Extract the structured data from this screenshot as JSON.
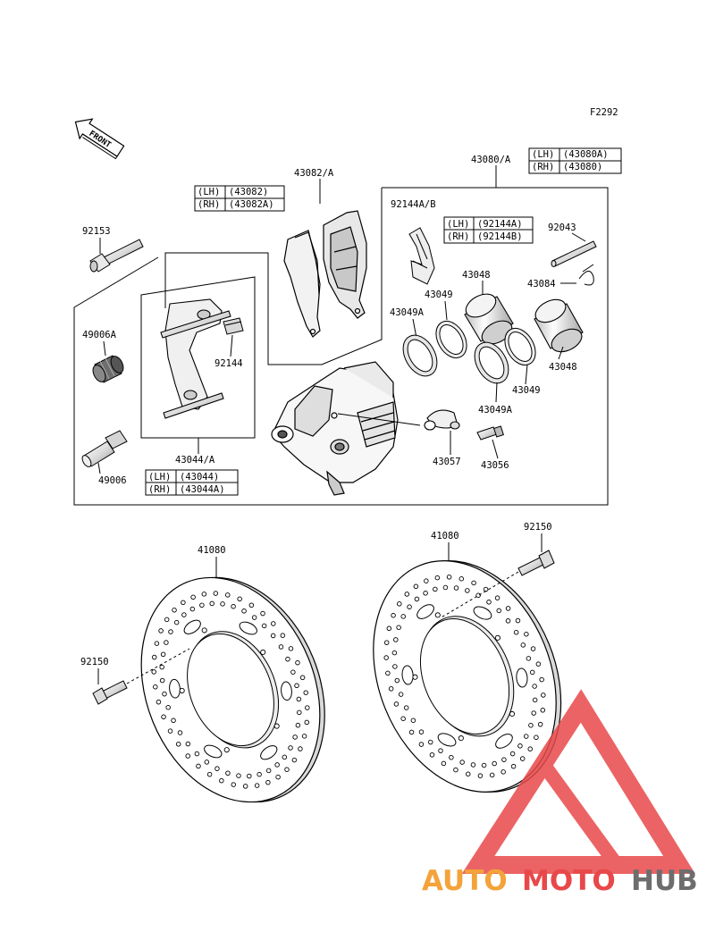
{
  "figure_code": "F2292",
  "front_arrow_label": "FRONT",
  "parts": {
    "p43082_group": "43082/A",
    "p43080_group": "43080/A",
    "p92153": "92153",
    "p49006A": "49006A",
    "p49006": "49006",
    "p92144": "92144",
    "p43044_group": "43044/A",
    "p92144AB": "92144A/B",
    "p92043": "92043",
    "p43084": "43084",
    "p43048_top": "43048",
    "p43049_top": "43049",
    "p43049A_top": "43049A",
    "p43048_bottom": "43048",
    "p43049_bottom": "43049",
    "p43049A_bottom": "43049A",
    "p43057": "43057",
    "p43056": "43056",
    "p41080_left": "41080",
    "p41080_right": "41080",
    "p92150_left": "92150",
    "p92150_right": "92150"
  },
  "ref_tables": {
    "pads": [
      [
        "(LH)",
        "(43082)"
      ],
      [
        "(RH)",
        "(43082A)"
      ]
    ],
    "caliper": [
      [
        "(LH)",
        "(43080A)"
      ],
      [
        "(RH)",
        "(43080)"
      ]
    ],
    "spring": [
      [
        "(LH)",
        "(92144A)"
      ],
      [
        "(RH)",
        "(92144B)"
      ]
    ],
    "bracket": [
      [
        "(LH)",
        "(43044)"
      ],
      [
        "(RH)",
        "(43044A)"
      ]
    ]
  },
  "watermark": {
    "part1": "AUTO",
    "part2": "MOTO",
    "part3": "HUB",
    "colors": {
      "orange": "#f3a33a",
      "red": "#e8484a",
      "gray": "#6d6d6d"
    }
  }
}
